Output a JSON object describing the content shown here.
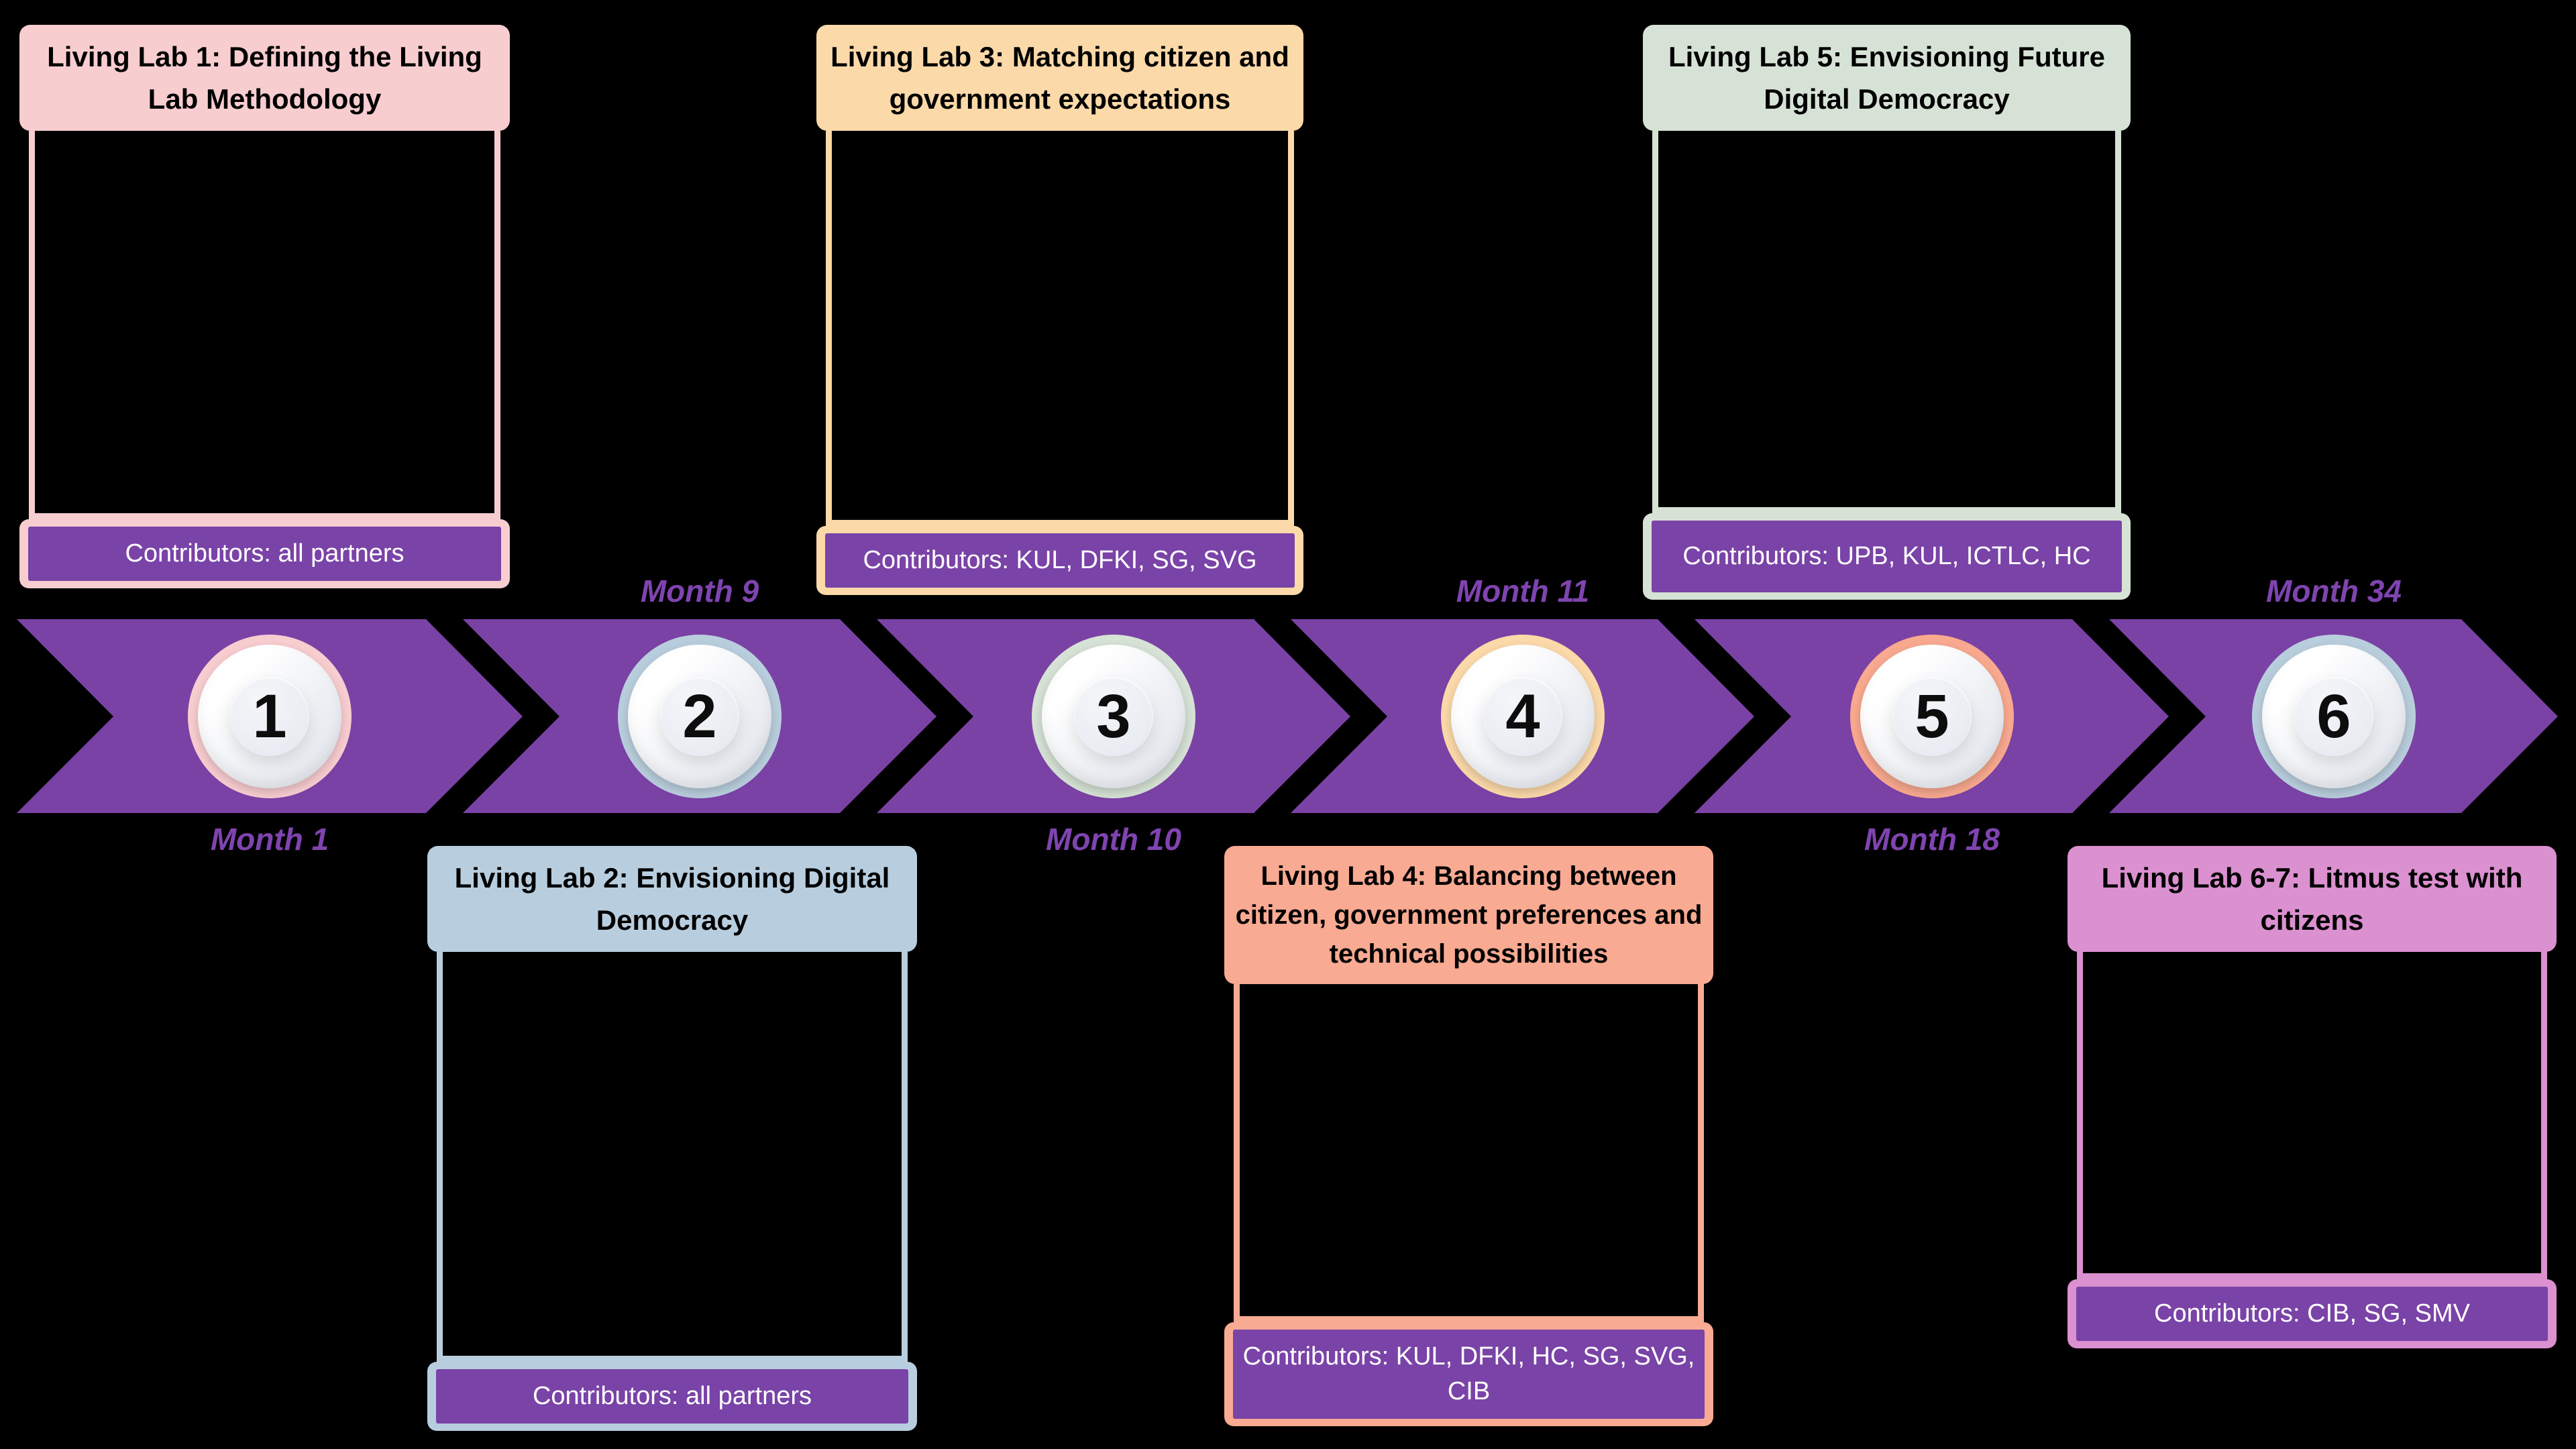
{
  "page": {
    "background": "#000000"
  },
  "contributors_box_color": "#7a43a7",
  "contributors_text_color": "#ffffff",
  "timeline": {
    "arrow_color": "#7a42a5",
    "month_label_color": "#7f44b0",
    "milestones": [
      {
        "number": "1",
        "month": "Month 1",
        "label_position": "below",
        "ring_color": "#f8cdd0"
      },
      {
        "number": "2",
        "month": "Month 9",
        "label_position": "above",
        "ring_color": "#b9cedd"
      },
      {
        "number": "3",
        "month": "Month 10",
        "label_position": "below",
        "ring_color": "#d6e2d5"
      },
      {
        "number": "4",
        "month": "Month 11",
        "label_position": "above",
        "ring_color": "#fbd9a9"
      },
      {
        "number": "5",
        "month": "Month 18",
        "label_position": "below",
        "ring_color": "#f9a98f"
      },
      {
        "number": "6",
        "month": "Month 34",
        "label_position": "above",
        "ring_color": "#b9cedd"
      }
    ]
  },
  "cards": [
    {
      "id": "living-lab-1",
      "position": "top",
      "color": "#f8cdd0",
      "title": "Living Lab 1: Defining the Living Lab Methodology",
      "contributors": "Contributors: all partners"
    },
    {
      "id": "living-lab-2",
      "position": "bottom",
      "color": "#b8cedf",
      "title": "Living Lab 2: Envisioning Digital Democracy",
      "contributors": "Contributors: all partners"
    },
    {
      "id": "living-lab-3",
      "position": "top",
      "color": "#fbd9a8",
      "title": "Living Lab 3: Matching citizen and government expectations",
      "contributors": "Contributors: KUL, DFKI, SG, SVG"
    },
    {
      "id": "living-lab-4",
      "position": "bottom",
      "color": "#f9aa92",
      "title": "Living Lab 4: Balancing between citizen, government preferences and technical possibilities",
      "contributors": "Contributors: KUL, DFKI, HC, SG, SVG, CIB"
    },
    {
      "id": "living-lab-5",
      "position": "top",
      "color": "#d6e2d5",
      "title": "Living Lab 5: Envisioning Future Digital Democracy",
      "contributors": "Contributors: UPB, KUL, ICTLC, HC"
    },
    {
      "id": "living-lab-6-7",
      "position": "bottom",
      "color": "#db90d0",
      "title": "Living Lab 6-7: Litmus test with citizens",
      "contributors": "Contributors: CIB, SG, SMV"
    }
  ]
}
